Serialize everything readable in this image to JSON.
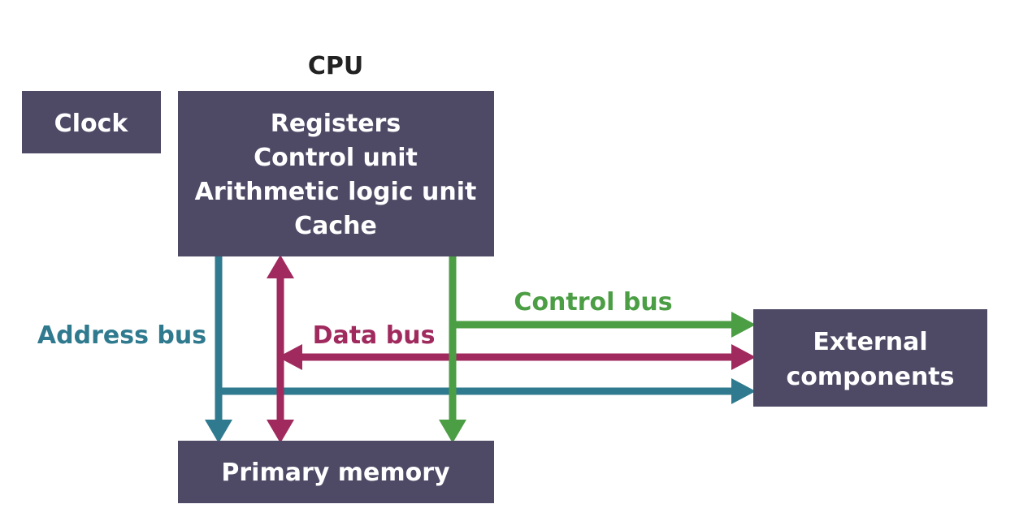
{
  "cpu": {
    "label": "CPU",
    "lines": [
      "Registers",
      "Control unit",
      "Arithmetic logic unit",
      "Cache"
    ]
  },
  "clock": {
    "label": "Clock"
  },
  "memory": {
    "label": "Primary memory"
  },
  "external": {
    "lines": [
      "External",
      "components"
    ]
  },
  "buses": {
    "address": {
      "label": "Address bus"
    },
    "data": {
      "label": "Data bus"
    },
    "control": {
      "label": "Control bus"
    }
  },
  "colors": {
    "box": "#4e4a66",
    "box_text": "#ffffff",
    "address_bus": "#2f7a8e",
    "data_bus": "#a02a5e",
    "control_bus": "#4c9e45"
  }
}
